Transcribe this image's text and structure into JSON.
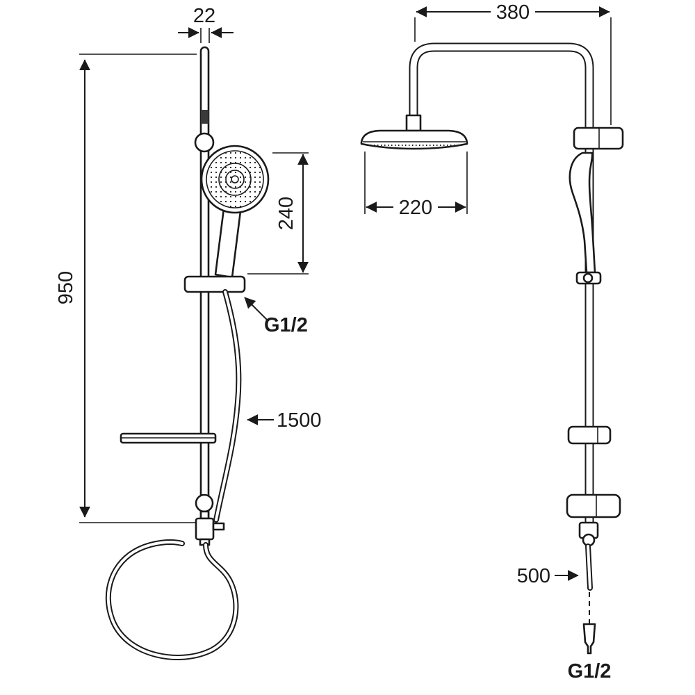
{
  "page": {
    "background": "#ffffff",
    "line_color": "#1a1a1a"
  },
  "front_view": {
    "dim_rail_width": "22",
    "dim_column_height": "950",
    "dim_handset_length": "240",
    "label_hose_thread": "G1/2",
    "dim_hose_length": "1500"
  },
  "side_view": {
    "dim_arm_width": "380",
    "dim_head_width": "220",
    "dim_lower_hose_length": "500",
    "label_hose_thread": "G1/2"
  }
}
